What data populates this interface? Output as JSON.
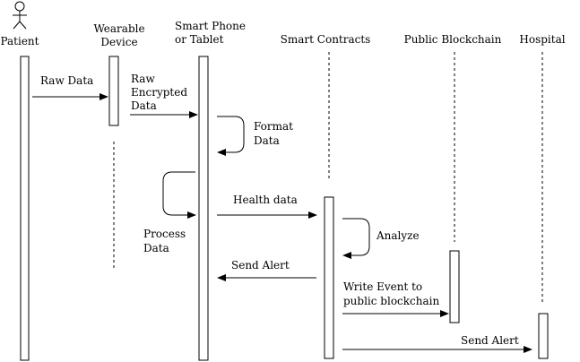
{
  "participants": {
    "patient": "Patient",
    "wearable": [
      "Wearable",
      "Device"
    ],
    "phone": [
      "Smart Phone",
      "or Tablet"
    ],
    "contracts": "Smart Contracts",
    "blockchain": "Public Blockchain",
    "hospital": "Hospital"
  },
  "messages": {
    "raw_data": "Raw Data",
    "raw_encrypted": [
      "Raw",
      "Encrypted",
      "Data"
    ],
    "format_data": [
      "Format",
      "Data"
    ],
    "process_data": [
      "Process",
      "Data"
    ],
    "health_data": "Health data",
    "analyze": "Analyze",
    "send_alert_back": "Send Alert",
    "write_event": [
      "Write Event to",
      "public blockchain"
    ],
    "send_alert_hospital": "Send Alert"
  }
}
